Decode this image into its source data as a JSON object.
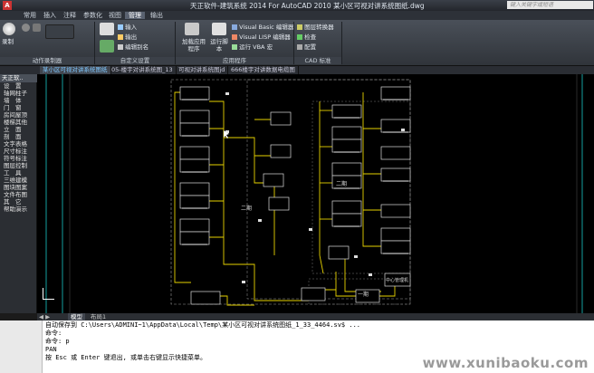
{
  "titlebar": {
    "title": "天正软件-建筑系统 2014  For AutoCAD 2010    某小区可视对讲系统图纸.dwg",
    "search_placeholder": "键入关键字或短语"
  },
  "menu": [
    "常用",
    "插入",
    "注释",
    "参数化",
    "视图",
    "管理",
    "输出"
  ],
  "ribbon": {
    "groups": [
      "动作录制器",
      "自定义设置",
      "应用程序",
      "CAD 标准"
    ],
    "record_label": "录制",
    "custom": [
      "输入",
      "输出",
      "编辑别名"
    ],
    "apps": [
      "加载应用程序",
      "运行脚本",
      "Visual Basic 编辑器",
      "Visual LISP 编辑器",
      "运行 VBA 宏"
    ],
    "cad_std": [
      "图层转换器",
      "检查",
      "配置"
    ]
  },
  "doctabs": [
    "某小区可视对讲系统图纸",
    "05-楼宇对讲系统图_13",
    "可视对讲系统图jd",
    "666楼宇对讲数据电缆图"
  ],
  "leftpanel": {
    "header": "天正软..",
    "items": [
      "设　置",
      "轴网柱子",
      "墙　体",
      "门　窗",
      "房间屋顶",
      "楼梯其他",
      "立　面",
      "剖　面",
      "文字表格",
      "尺寸标注",
      "符号标注",
      "图层控制",
      "工　具",
      "三维建模",
      "图块图案",
      "文件布图",
      "其　它",
      "帮助演示"
    ]
  },
  "modelbar": {
    "tabs": [
      "模型",
      "布局1"
    ]
  },
  "drawing_labels": {
    "zone1": "二期",
    "zone2": "二期",
    "zone3": "一期",
    "host": "中心管理机"
  },
  "commandline": [
    "自动保存到 C:\\Users\\ADMINI~1\\AppData\\Local\\Temp\\某小区可视对讲系统图纸_1_33_4464.sv$ ...",
    "命令:",
    "命令: p",
    "PAN",
    "按 Esc 或 Enter 键退出, 或单击右键显示快捷菜单。"
  ],
  "watermark": "www.xunibaoku.com"
}
